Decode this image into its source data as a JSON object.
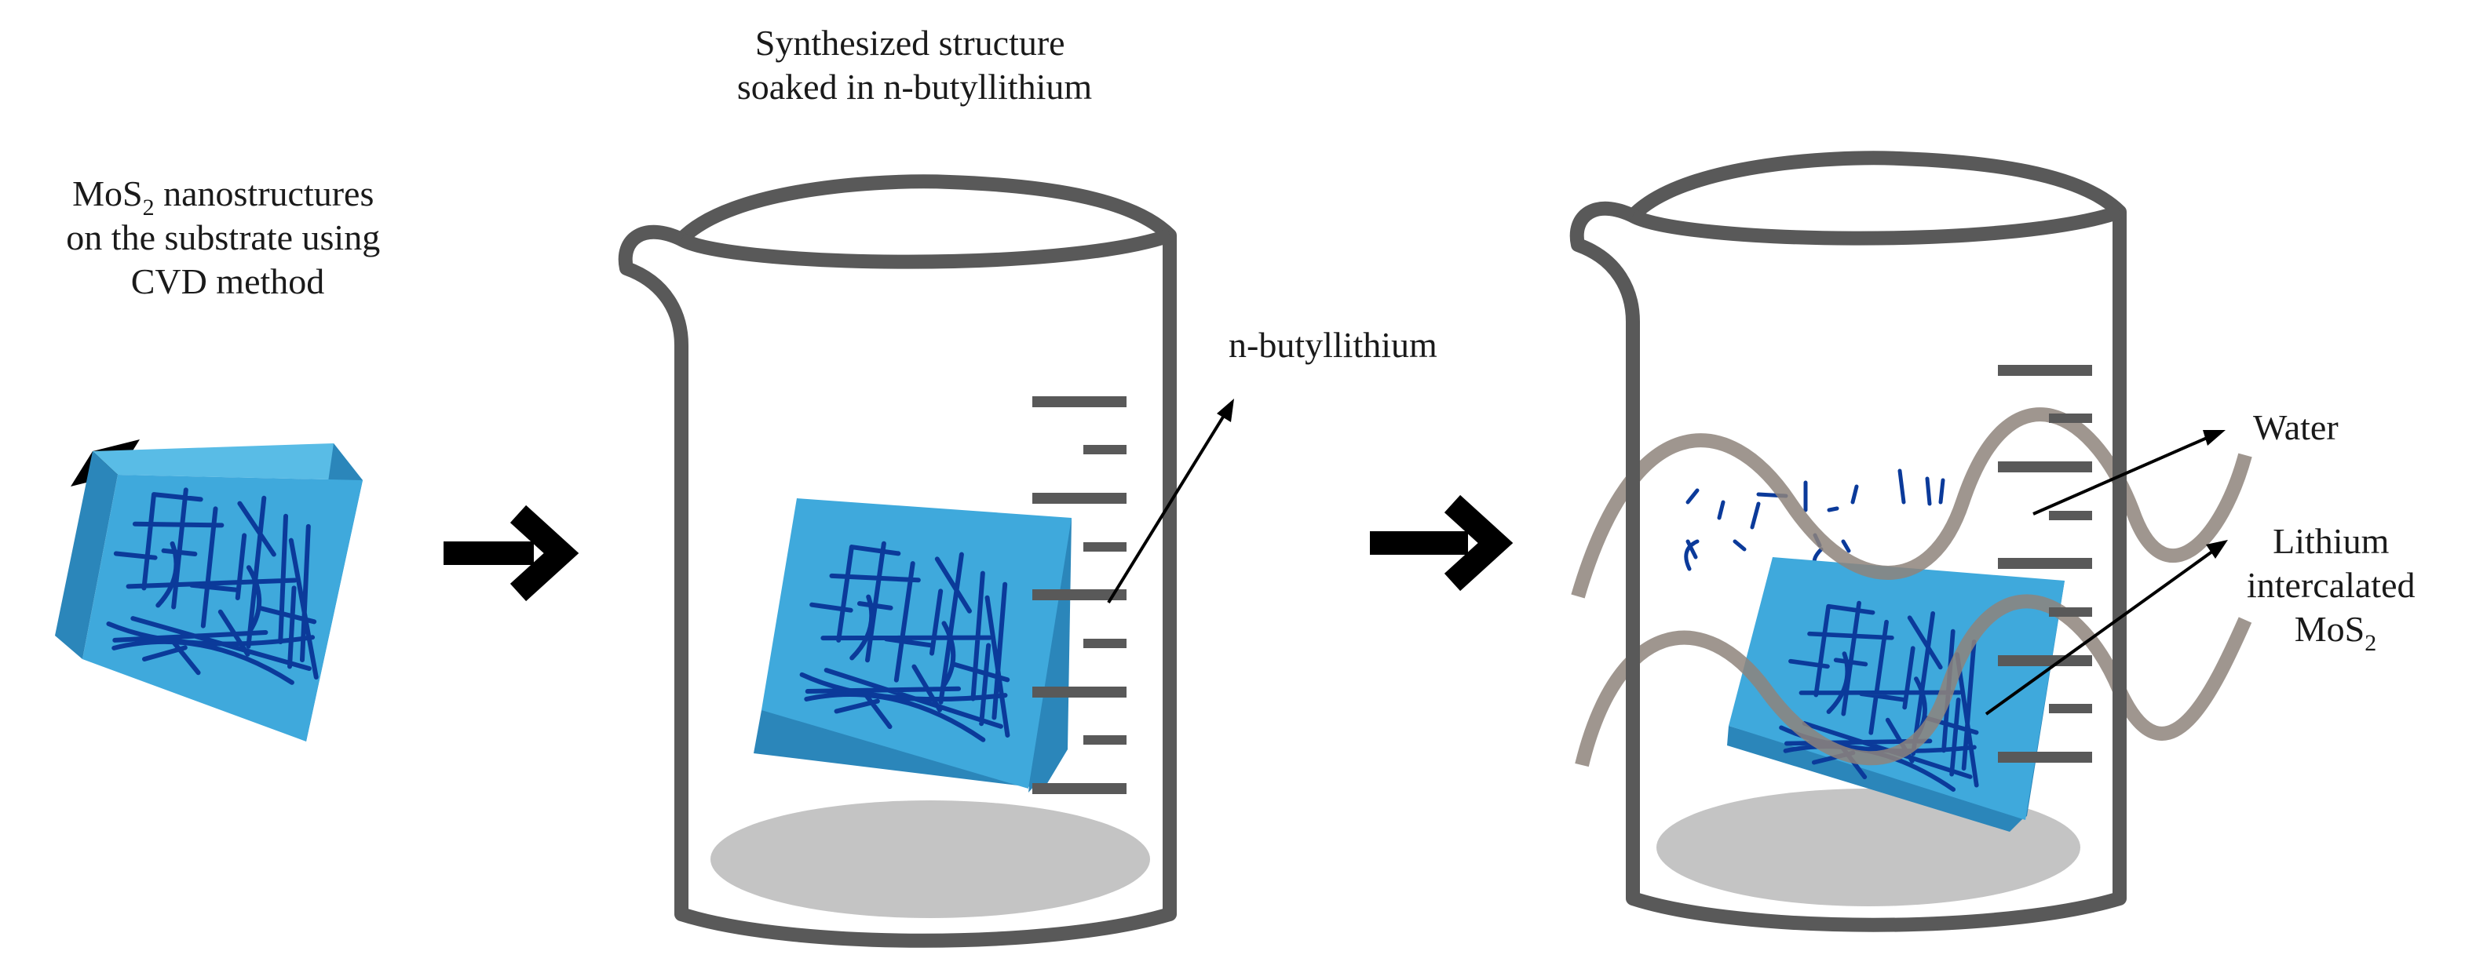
{
  "labels": {
    "step1_line1_prefix": "MoS",
    "step1_line1_sub": "2",
    "step1_line1_suffix": " nanostructures",
    "step1_line2": "on the substrate using",
    "step1_line3": "CVD method",
    "step2_line1": "Synthesized structure",
    "step2_line2": "soaked in n-butyllithium",
    "nbuli_callout": "n-butyllithium",
    "water_callout": "Water",
    "li_line1": "Lithium",
    "li_line2": "intercalated",
    "li_line3_prefix": "MoS",
    "li_line3_sub": "2"
  },
  "colors": {
    "substrate": "#3fa9dc",
    "substrate_dark": "#2b86ba",
    "nanostructure": "#0b3a9a",
    "beaker_outline": "#595959",
    "beaker_base": "#c4c4c4",
    "water_wave": "#8e847b",
    "arrow": "#000000"
  }
}
